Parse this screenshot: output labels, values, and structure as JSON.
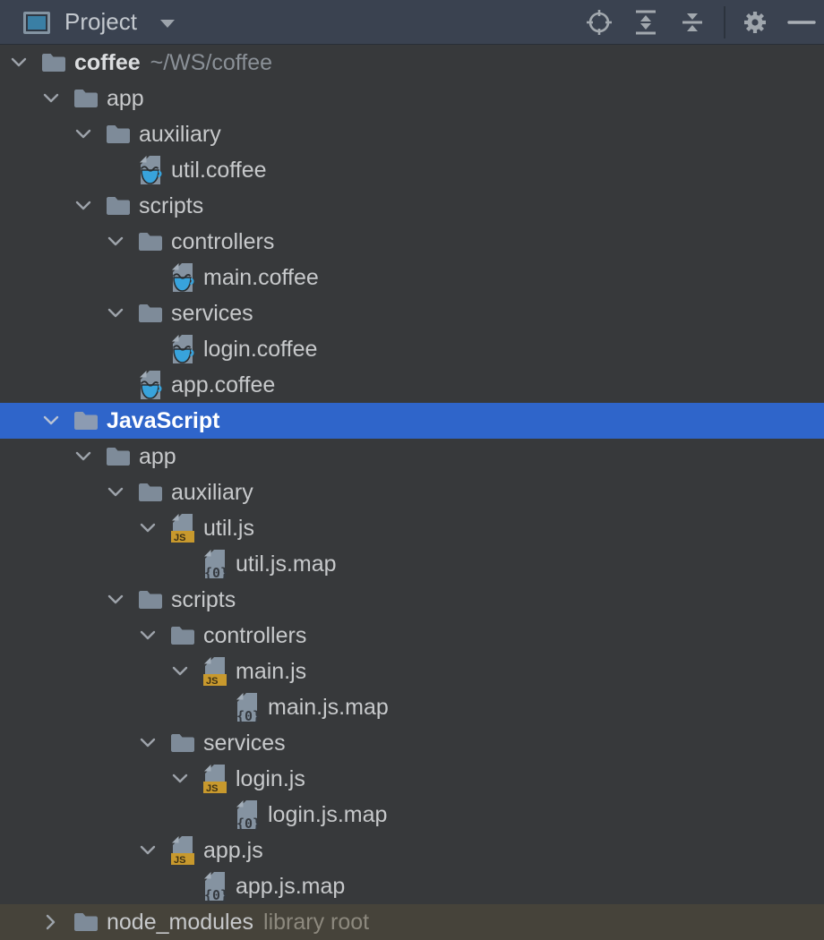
{
  "colors": {
    "header_bg": "#3A4250",
    "tree_bg": "#37393B",
    "selection_bg": "#2F65CA",
    "library_row_bg": "#46433A",
    "folder_icon": "#7E8B99",
    "folder_icon_selected": "#8C9BB2",
    "page_icon": "#8593A1",
    "page_fold": "#A3AEB9",
    "js_badge": "#C8992D",
    "coffee_cup": "#38A3DC",
    "toolbar_icon": "#A2A8AE",
    "text": "#C7C9CB",
    "muted_text": "#8A9097",
    "library_suffix_text": "#8D897E"
  },
  "header": {
    "title": "Project",
    "icons": [
      {
        "name": "tool-window-icon"
      },
      {
        "name": "dropdown-caret-icon"
      },
      {
        "name": "locate-icon"
      },
      {
        "name": "expand-all-icon"
      },
      {
        "name": "collapse-all-icon"
      },
      {
        "name": "settings-gear-icon"
      },
      {
        "name": "hide-minus-icon"
      }
    ]
  },
  "tree": {
    "rows": [
      {
        "depth": 0,
        "chevron": "down",
        "icon": "folder",
        "name": "coffee",
        "root": true,
        "suffix": "~/WS/coffee"
      },
      {
        "depth": 1,
        "chevron": "down",
        "icon": "folder",
        "name": "app"
      },
      {
        "depth": 2,
        "chevron": "down",
        "icon": "folder",
        "name": "auxiliary"
      },
      {
        "depth": 3,
        "chevron": "none",
        "icon": "coffee",
        "name": "util.coffee"
      },
      {
        "depth": 2,
        "chevron": "down",
        "icon": "folder",
        "name": "scripts"
      },
      {
        "depth": 3,
        "chevron": "down",
        "icon": "folder",
        "name": "controllers"
      },
      {
        "depth": 4,
        "chevron": "none",
        "icon": "coffee",
        "name": "main.coffee"
      },
      {
        "depth": 3,
        "chevron": "down",
        "icon": "folder",
        "name": "services"
      },
      {
        "depth": 4,
        "chevron": "none",
        "icon": "coffee",
        "name": "login.coffee"
      },
      {
        "depth": 3,
        "chevron": "none",
        "icon": "coffee",
        "name": "app.coffee"
      },
      {
        "depth": 1,
        "chevron": "down",
        "icon": "folder",
        "name": "JavaScript",
        "selected": true
      },
      {
        "depth": 2,
        "chevron": "down",
        "icon": "folder",
        "name": "app"
      },
      {
        "depth": 3,
        "chevron": "down",
        "icon": "folder",
        "name": "auxiliary"
      },
      {
        "depth": 4,
        "chevron": "down",
        "icon": "js",
        "name": "util.js"
      },
      {
        "depth": 5,
        "chevron": "none",
        "icon": "map",
        "name": "util.js.map"
      },
      {
        "depth": 3,
        "chevron": "down",
        "icon": "folder",
        "name": "scripts"
      },
      {
        "depth": 4,
        "chevron": "down",
        "icon": "folder",
        "name": "controllers"
      },
      {
        "depth": 5,
        "chevron": "down",
        "icon": "js",
        "name": "main.js"
      },
      {
        "depth": 6,
        "chevron": "none",
        "icon": "map",
        "name": "main.js.map"
      },
      {
        "depth": 4,
        "chevron": "down",
        "icon": "folder",
        "name": "services"
      },
      {
        "depth": 5,
        "chevron": "down",
        "icon": "js",
        "name": "login.js"
      },
      {
        "depth": 6,
        "chevron": "none",
        "icon": "map",
        "name": "login.js.map"
      },
      {
        "depth": 4,
        "chevron": "down",
        "icon": "js",
        "name": "app.js"
      },
      {
        "depth": 5,
        "chevron": "none",
        "icon": "map",
        "name": "app.js.map"
      },
      {
        "depth": 1,
        "chevron": "right",
        "icon": "folder",
        "name": "node_modules",
        "library": true,
        "suffix": "library root"
      }
    ]
  }
}
